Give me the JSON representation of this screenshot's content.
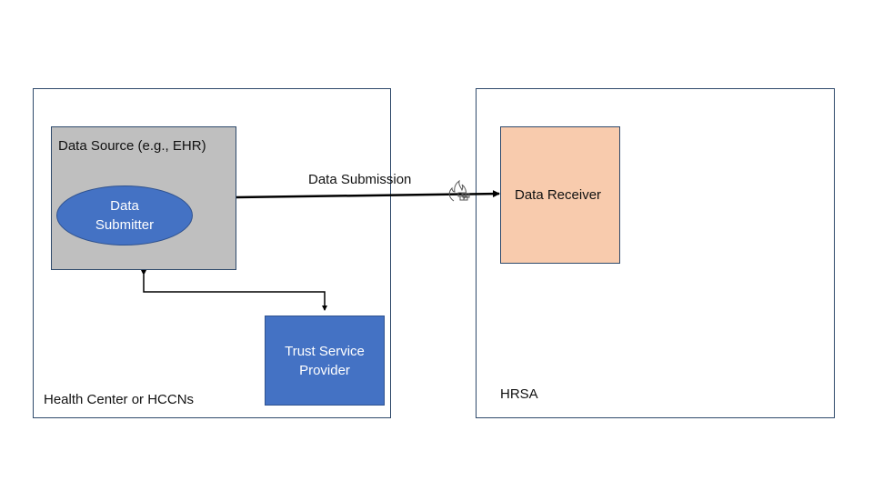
{
  "health_center": {
    "label": "Health Center or HCCNs"
  },
  "hrsa": {
    "label": "HRSA"
  },
  "data_source": {
    "label": "Data Source (e.g., EHR)"
  },
  "data_submitter": {
    "line1": "Data",
    "line2": "Submitter"
  },
  "trust_service_provider": {
    "line1": "Trust Service",
    "line2": "Provider"
  },
  "data_receiver": {
    "label": "Data Receiver"
  },
  "connector": {
    "label": "Data Submission"
  },
  "colors": {
    "source_fill": "#bfbfbf",
    "receiver_fill": "#f8cbad",
    "node_blue": "#4472c4",
    "border": "#2f4a6b"
  },
  "icons": {
    "firewall": "firewall-icon"
  }
}
